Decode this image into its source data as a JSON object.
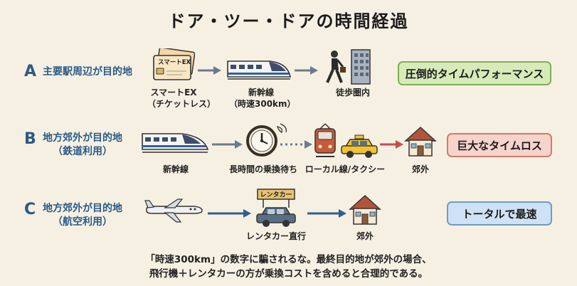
{
  "title": "ドア・ツー・ドアの時間経過",
  "rows": [
    {
      "letter": "A",
      "label_lines": [
        "主要駅周辺が目的地"
      ],
      "card_text": "スマートEX",
      "captions": {
        "card": [
          "スマートEX",
          "（チケットレス）"
        ],
        "train": [
          "新幹線",
          "（時速300km）"
        ],
        "walk": [
          "徒歩圏内"
        ]
      },
      "badge": "圧倒的タイムパフォーマンス"
    },
    {
      "letter": "B",
      "label_lines": [
        "地方郊外が目的地",
        "（鉄道利用）"
      ],
      "captions": {
        "train": "新幹線",
        "clock": "長時間の乗換待ち",
        "local": "ローカル線/タクシー",
        "house": "郊外"
      },
      "badge": "巨大なタイムロス"
    },
    {
      "letter": "C",
      "label_lines": [
        "地方郊外が目的地",
        "（航空利用）"
      ],
      "sign_text": "レンタカー",
      "captions": {
        "car": "レンタカー直行",
        "house": "郊外"
      },
      "badge": "トータルで最速"
    }
  ],
  "footer_lines": [
    "「時速300km」の数字に騙されるな。最終目的地が郊外の場合、",
    "飛行機＋レンタカーの方が乗換コストを含めると合理的である。"
  ],
  "colors": {
    "accent_blue": "#2a5a86",
    "arrow_gray": "#6b7b8c",
    "arrow_red": "#c0504d",
    "arrow_blue": "#2e5f8a"
  }
}
